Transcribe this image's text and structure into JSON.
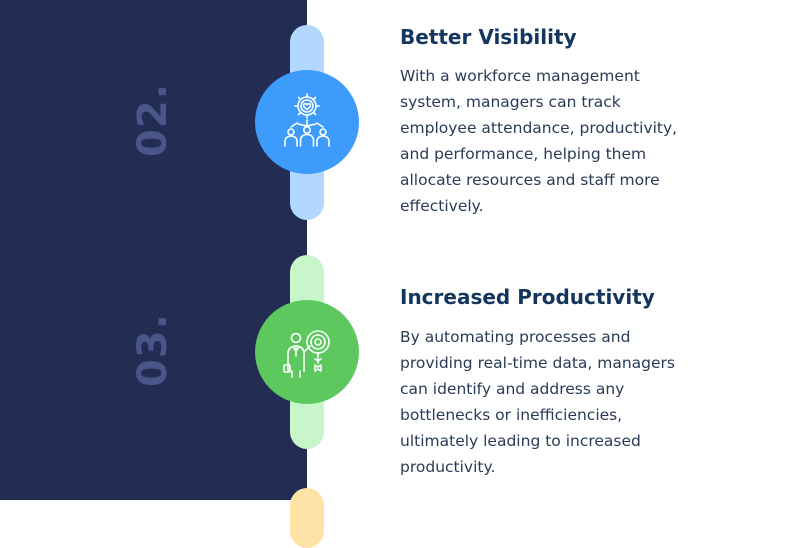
{
  "steps": [
    {
      "number": "02.",
      "title": "Better Visibility",
      "description": "With a workforce management system, managers can track employee attendance, productivity, and performance, helping them allocate resources and staff more effectively.",
      "icon": "team-heart-badge-icon",
      "circle_color": "#3d9bfb",
      "pill_color": "#b3d8ff"
    },
    {
      "number": "03.",
      "title": "Increased Productivity",
      "description": "By automating processes and providing real-time data, managers can identify and address any bottlenecks or inefficiencies, ultimately leading to increased productivity.",
      "icon": "businessman-target-icon",
      "circle_color": "#5cc85d",
      "pill_color": "#c9f5cb"
    }
  ],
  "next_pill_color": "#fde4a6",
  "sidebar_color": "#232c53"
}
